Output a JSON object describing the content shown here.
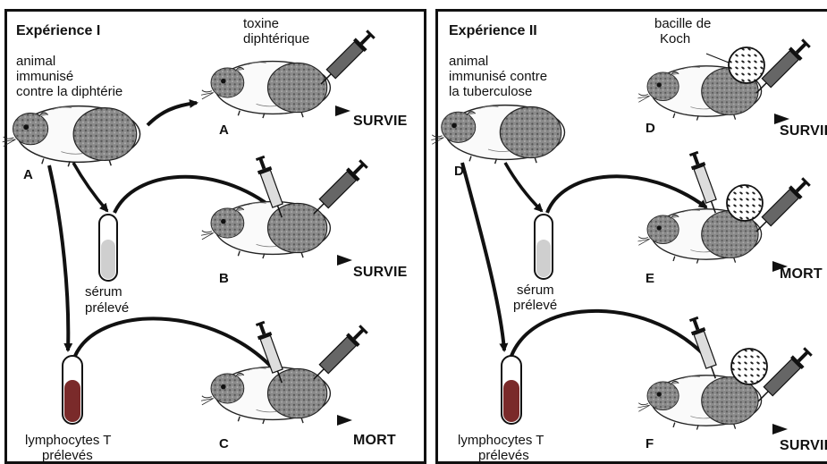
{
  "experience1": {
    "title": "Expérience I",
    "animal_label": [
      "animal",
      "immunisé",
      "contre la diphtérie"
    ],
    "toxin_label": [
      "toxine",
      "diphtérique"
    ],
    "serum_label": [
      "sérum",
      "prélevé"
    ],
    "lymph_label": [
      "lymphocytes T",
      "prélevés"
    ],
    "donor_letter": "A",
    "rows": [
      {
        "letter": "A",
        "outcome": "SURVIE"
      },
      {
        "letter": "B",
        "outcome": "SURVIE"
      },
      {
        "letter": "C",
        "outcome": "MORT"
      }
    ]
  },
  "experience2": {
    "title": "Expérience II",
    "animal_label": [
      "animal",
      "immunisé contre",
      "la tuberculose"
    ],
    "bacillus_label": [
      "bacille de",
      "Koch"
    ],
    "serum_label": [
      "sérum",
      "prélevé"
    ],
    "lymph_label": [
      "lymphocytes T",
      "prélevés"
    ],
    "donor_letter": "D",
    "rows": [
      {
        "letter": "D",
        "outcome": "SURVIE"
      },
      {
        "letter": "E",
        "outcome": "MORT"
      },
      {
        "letter": "F",
        "outcome": "SURVIE"
      }
    ]
  }
}
